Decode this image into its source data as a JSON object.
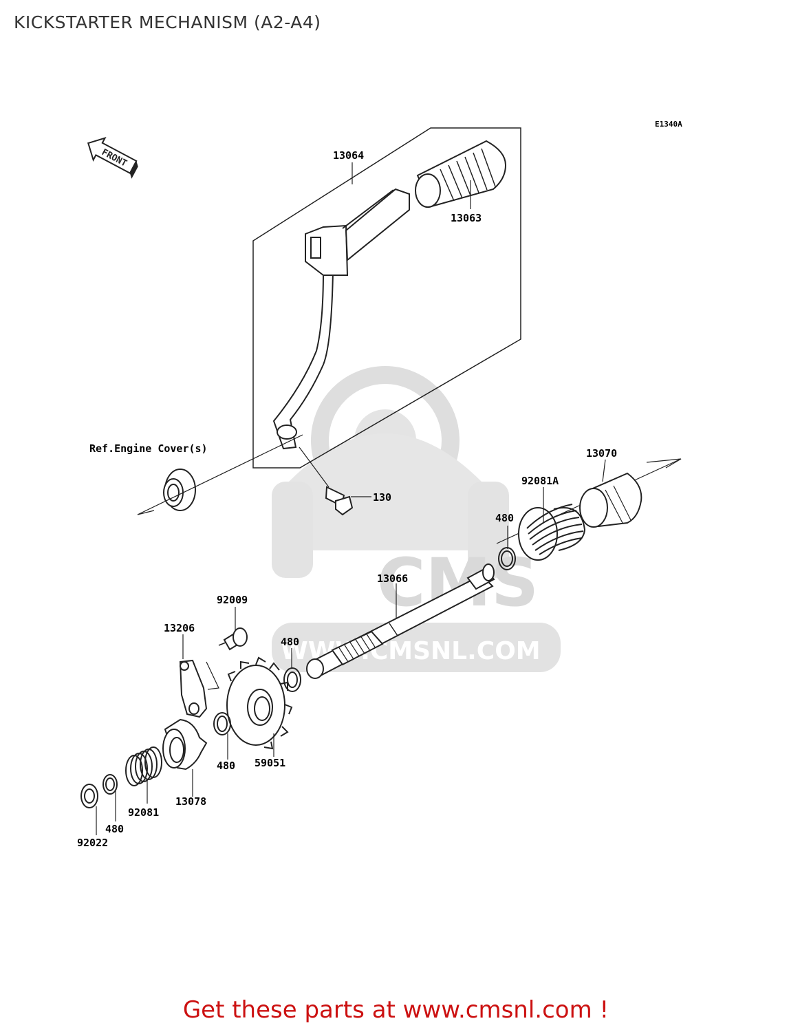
{
  "page": {
    "title": "KICKSTARTER MECHANISM (A2-A4)",
    "diagram_code": "E1340A",
    "footer": "Get these parts at www.cmsnl.com !"
  },
  "watermark": {
    "logo_text": "CMS",
    "url_text": "WWW.CMSNL.COM"
  },
  "front_marker": "FRONT",
  "reference_note": "Ref.Engine Cover(s)",
  "parts": {
    "p13064": "13064",
    "p13063": "13063",
    "p130": "130",
    "p13070": "13070",
    "p92081a": "92081A",
    "p480_shaft_right": "480",
    "p13066": "13066",
    "p92009": "92009",
    "p13206": "13206",
    "p480_shaft_left": "480",
    "p480_gear": "480",
    "p59051": "59051",
    "p13078": "13078",
    "p92081": "92081",
    "p480_end": "480",
    "p92022": "92022"
  },
  "colors": {
    "title_text": "#333333",
    "footer_text": "#cc1111",
    "line_art": "#222222",
    "watermark": "#d9d9d9"
  }
}
